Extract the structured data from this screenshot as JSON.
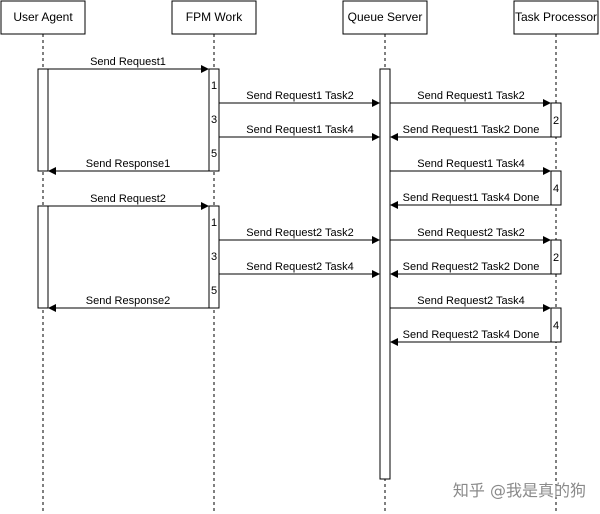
{
  "participants": [
    {
      "id": "ua",
      "label": "User Agent"
    },
    {
      "id": "fpm",
      "label": "FPM Work"
    },
    {
      "id": "qs",
      "label": "Queue Server"
    },
    {
      "id": "tp",
      "label": "Task Processor"
    }
  ],
  "messages": [
    {
      "label": "Send Request1"
    },
    {
      "label": "Send Request1 Task2"
    },
    {
      "label": "Send Request1 Task2"
    },
    {
      "label": "Send Request1 Task4"
    },
    {
      "label": "Send Request1 Task2 Done"
    },
    {
      "label": "Send Response1"
    },
    {
      "label": "Send Request1 Task4"
    },
    {
      "label": "Send Request2"
    },
    {
      "label": "Send Request1 Task4 Done"
    },
    {
      "label": "Send Request2 Task2"
    },
    {
      "label": "Send Request2 Task2"
    },
    {
      "label": "Send Request2 Task4"
    },
    {
      "label": "Send Request2 Task2 Done"
    },
    {
      "label": "Send Response2"
    },
    {
      "label": "Send Request2 Task4"
    },
    {
      "label": "Send Request2 Task4 Done"
    }
  ],
  "step_numbers": {
    "fpm_r1": [
      "1",
      "3",
      "5"
    ],
    "tp_r1": [
      "2",
      "4"
    ],
    "fpm_r2": [
      "1",
      "3",
      "5"
    ],
    "tp_r2": [
      "2",
      "4"
    ]
  },
  "watermark": "知乎 @我是真的狗"
}
